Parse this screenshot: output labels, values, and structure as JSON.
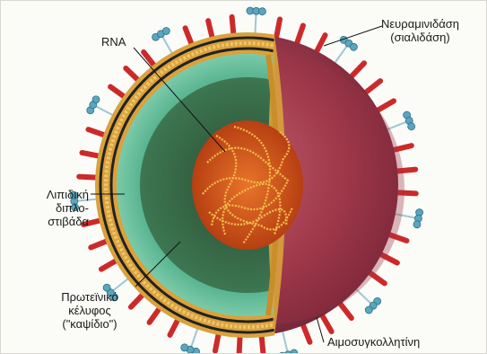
{
  "labels": {
    "rna": "RNA",
    "neuraminidase": [
      "Νευραμινιδάση",
      "(σιαλιδάση)"
    ],
    "lipid_bilayer": [
      "Λιπιδική",
      "διπλο-",
      "στιβάδα"
    ],
    "protein_shell": [
      "Πρωτεϊνικό",
      "κέλυφος",
      "(\"καψίδιο\")"
    ],
    "hemagglutinin": "Αιμοσυγκολλητίνη"
  },
  "colors": {
    "spike_red": "#cc2a2a",
    "neuraminidase_blue": "#5aa6bf",
    "bilayer_gold": "#d9a23c",
    "capsid_green": "#4fae8a",
    "interior_dark": "#2f5a3a",
    "rna_orange": "#d8551c",
    "cut_surface_pink": "#b24a5a"
  }
}
